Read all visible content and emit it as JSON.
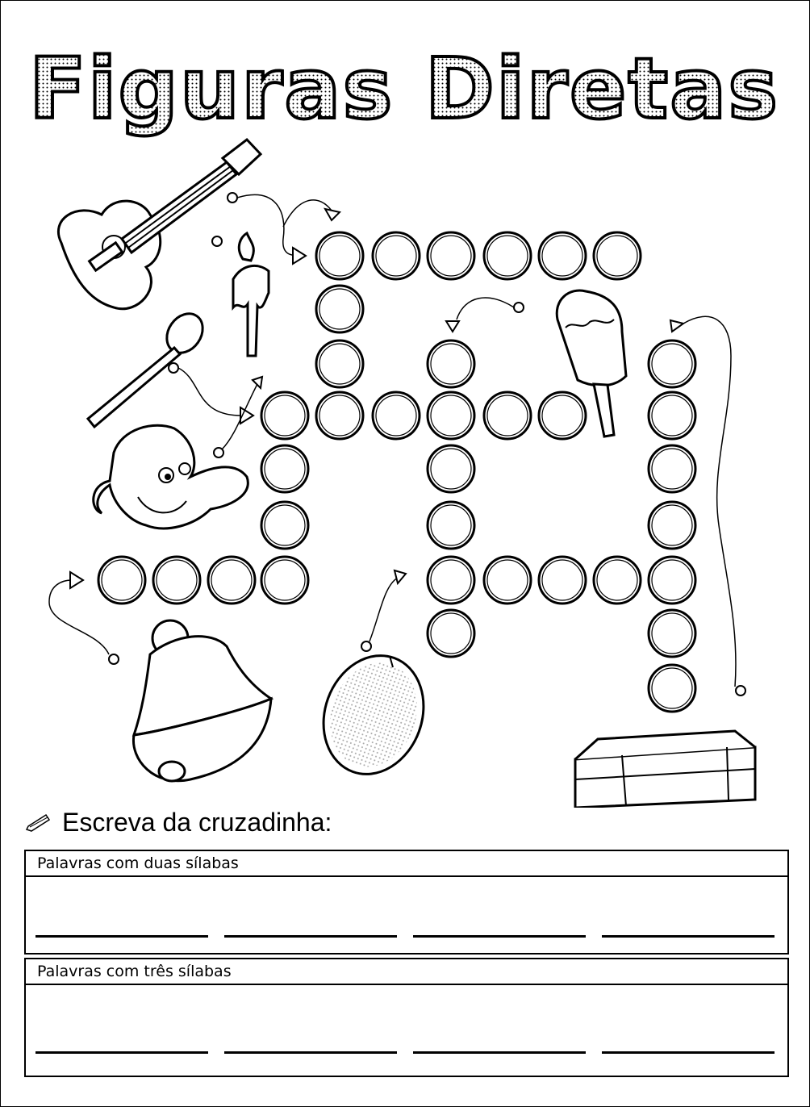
{
  "title": "Figuras Diretas",
  "instruction": "Escreva da cruzadinha:",
  "sections": [
    {
      "label": "Palavras com duas sílabas"
    },
    {
      "label": "Palavras com três sílabas"
    }
  ],
  "icons": [
    "pencil-icon",
    "guitar-icon",
    "candle-icon",
    "spoon-icon",
    "boy-face-icon",
    "popsicle-icon",
    "bell-icon",
    "orange-icon",
    "crate-icon"
  ]
}
